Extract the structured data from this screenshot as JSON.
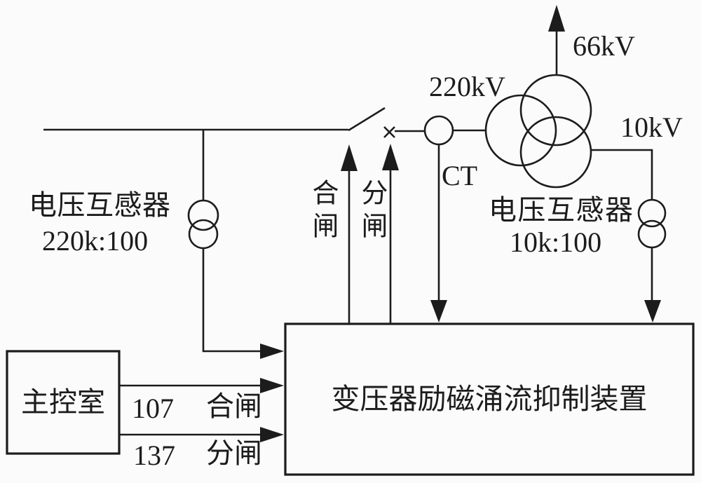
{
  "figure": {
    "ink": "#1c1c1c",
    "background": "#fbfbfb",
    "labels": {
      "bus_voltage": "220kV",
      "ct": "CT",
      "close_command": "合闸",
      "open_command": "分闸",
      "hv_output": "66kV",
      "mv_output": "10kV"
    },
    "pt_left": {
      "name": "电压互感器",
      "ratio": "220k:100"
    },
    "pt_right": {
      "name": "电压互感器",
      "ratio": "10k:100"
    },
    "device_box": {
      "label": "变压器励磁涌流抑制装置"
    },
    "control_room": {
      "label": "主控室"
    },
    "signals": [
      {
        "number": "107",
        "label": "合闸"
      },
      {
        "number": "137",
        "label": "分闸"
      }
    ]
  }
}
